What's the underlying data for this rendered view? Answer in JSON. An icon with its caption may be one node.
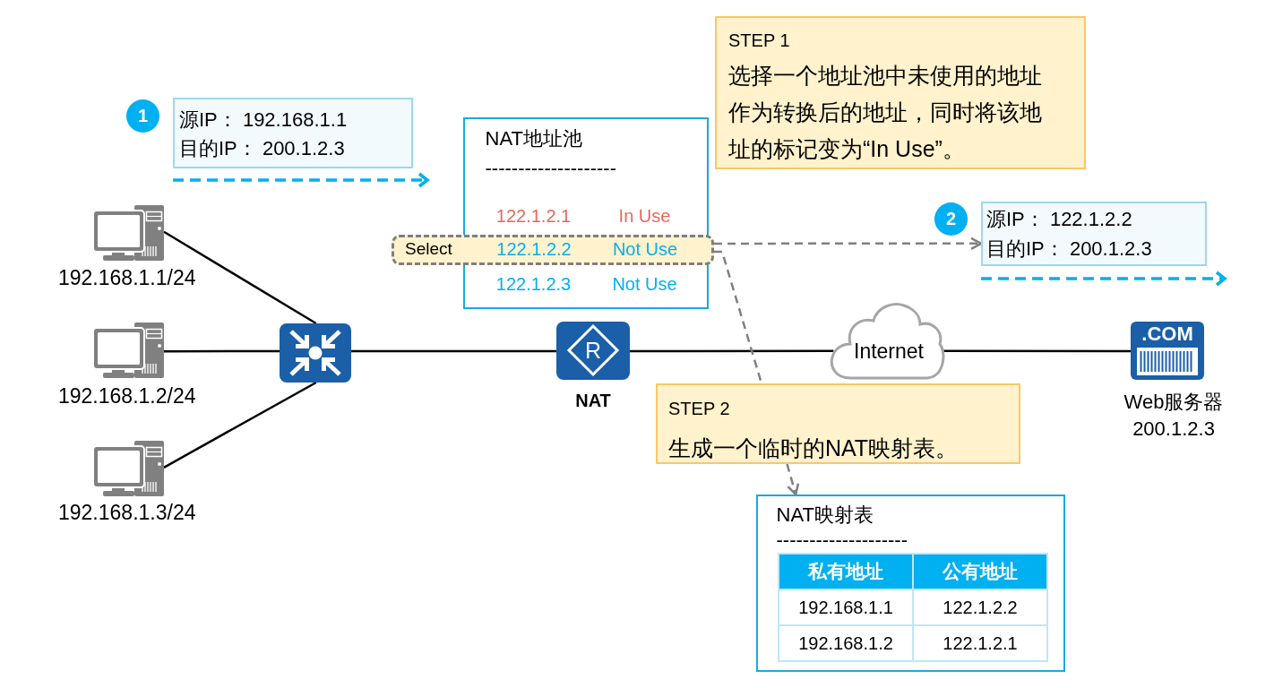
{
  "diagram": {
    "nodes": [
      {
        "text": [],
        "shape": "picture",
        "beside": [
          "192.168.1.1/24"
        ]
      },
      {
        "text": [],
        "shape": "picture",
        "beside": [
          "192.168.1.2/24"
        ]
      },
      {
        "text": [],
        "shape": "picture",
        "beside": [
          "192.168.1.3/24"
        ]
      },
      {
        "text": [],
        "shape": "picture"
      },
      {
        "text": [
          "R"
        ],
        "beside": [
          "NAT"
        ]
      },
      {
        "text": [
          "Internet"
        ]
      },
      {
        "text": [
          ".COM"
        ],
        "beside": [
          "Web服务器",
          "200.1.2.3"
        ]
      },
      {
        "text": [
          "1"
        ]
      },
      {
        "text": [
          "源IP： 192.168.1.1",
          "目的IP： 200.1.2.3"
        ]
      },
      {
        "text": [
          "NAT地址池",
          "--------------------",
          "122.1.2.1",
          "In Use",
          "122.1.2.3",
          "Not Use"
        ]
      },
      {
        "text": [
          "Select",
          "122.1.2.2",
          "Not Use"
        ]
      },
      {
        "text": [
          "STEP 1",
          "选择一个地址池中未使用的地址作为转换后的地址，同时将该地址的标记变为“In Use”。"
        ]
      },
      {
        "text": [
          "2"
        ]
      },
      {
        "text": [
          "源IP： 122.1.2.2",
          "目的IP： 200.1.2.3"
        ]
      },
      {
        "text": [
          "STEP 2",
          "生成一个临时的NAT映射表。"
        ]
      },
      {
        "text": [
          "NAT映射表",
          "--------------------"
        ]
      }
    ],
    "edges": [
      {
        "from": 0,
        "to": 3,
        "arrow": "none"
      },
      {
        "from": 1,
        "to": 3,
        "arrow": "none"
      },
      {
        "from": 2,
        "to": 3,
        "arrow": "none"
      },
      {
        "from": 3,
        "to": 4,
        "arrow": "none"
      },
      {
        "from": 4,
        "to": 5,
        "arrow": "none"
      },
      {
        "from": 5,
        "to": 6,
        "arrow": "none"
      },
      {
        "from": 10,
        "to": 13,
        "arrow": "to",
        "style": "dashed",
        "color": "#808080"
      },
      {
        "from": 10,
        "to": 14,
        "arrow": "none",
        "style": "dashed",
        "color": "#808080"
      },
      {
        "from": 14,
        "to": 15,
        "arrow": "to",
        "style": "dashed",
        "color": "#808080"
      }
    ],
    "labels": [
      "私有地址",
      "公有地址",
      "192.168.1.1",
      "122.1.2.2",
      "192.168.1.2",
      "122.1.2.1"
    ]
  }
}
